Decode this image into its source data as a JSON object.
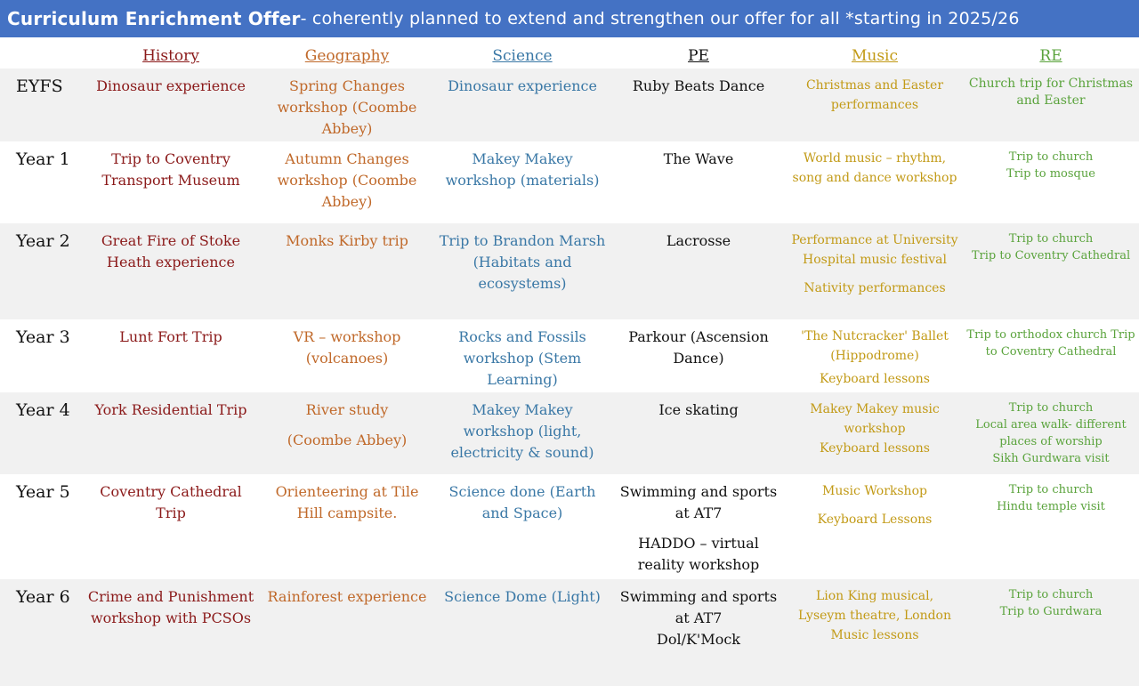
{
  "title": {
    "main": "Curriculum Enrichment Offer",
    "sub": " - coherently planned to extend and strengthen our offer for all *starting in 2025/26"
  },
  "headers": {
    "history": "History",
    "geography": "Geography",
    "science": "Science",
    "pe": "PE",
    "music": "Music",
    "re": "RE"
  },
  "colors": {
    "title_bar": "#4472c4",
    "history": "#8b1a1a",
    "geography": "#c0692a",
    "science": "#3a78a6",
    "pe": "#111111",
    "music": "#c29a16",
    "re": "#5aa33c"
  },
  "rows": [
    {
      "year": "EYFS",
      "history": "Dinosaur experience",
      "geography": "Spring Changes workshop (Coombe Abbey)",
      "science": "Dinosaur experience",
      "pe": "Ruby Beats Dance",
      "music": [
        "Christmas and Easter performances"
      ],
      "re": [
        "Church trip for Christmas and Easter"
      ]
    },
    {
      "year": "Year 1",
      "history": "Trip to Coventry Transport Museum",
      "geography": "Autumn Changes workshop (Coombe Abbey)",
      "science": "Makey Makey workshop (materials)",
      "pe": "The Wave",
      "music": [
        "World music – rhythm, song and dance workshop"
      ],
      "re": [
        "Trip to church",
        "Trip to mosque"
      ]
    },
    {
      "year": "Year 2",
      "history": "Great Fire of Stoke Heath experience",
      "geography": "Monks Kirby trip",
      "science": "Trip to Brandon Marsh (Habitats and ecosystems)",
      "pe": "Lacrosse",
      "music": [
        "Performance at University Hospital music festival",
        "Nativity performances"
      ],
      "re": [
        "Trip to church",
        "Trip to Coventry Cathedral"
      ]
    },
    {
      "year": "Year 3",
      "history": "Lunt Fort Trip",
      "geography": "VR – workshop (volcanoes)",
      "science": "Rocks and Fossils workshop (Stem Learning)",
      "pe": "Parkour (Ascension Dance)",
      "music": [
        "'The Nutcracker' Ballet (Hippodrome)",
        "Keyboard lessons"
      ],
      "re": [
        "Trip to orthodox church  Trip to Coventry Cathedral"
      ]
    },
    {
      "year": "Year 4",
      "history": "York Residential Trip",
      "geography_lines": [
        "River study",
        "(Coombe Abbey)"
      ],
      "science": "Makey Makey workshop (light, electricity & sound)",
      "pe": "Ice skating",
      "music": [
        "Makey Makey music workshop",
        "Keyboard lessons"
      ],
      "re": [
        "Trip to church",
        "Local area walk- different places of worship",
        "Sikh Gurdwara visit"
      ]
    },
    {
      "year": "Year 5",
      "history": "Coventry Cathedral Trip",
      "geography": "Orienteering at Tile Hill campsite.",
      "science": "Science done (Earth and Space)",
      "pe_lines": [
        "Swimming and sports at AT7",
        "HADDO – virtual reality workshop"
      ],
      "music": [
        "Music Workshop",
        "Keyboard Lessons"
      ],
      "re": [
        "Trip to church",
        "Hindu temple visit"
      ]
    },
    {
      "year": "Year 6",
      "history": "Crime and Punishment workshop with PCSOs",
      "geography": "Rainforest experience",
      "science": "Science Dome (Light)",
      "pe_lines": [
        "Swimming and sports at AT7",
        "Dol/K'Mock"
      ],
      "music": [
        "Lion King musical, Lyseym theatre, London",
        "Music lessons"
      ],
      "re": [
        "Trip to church",
        "Trip to Gurdwara"
      ]
    }
  ]
}
